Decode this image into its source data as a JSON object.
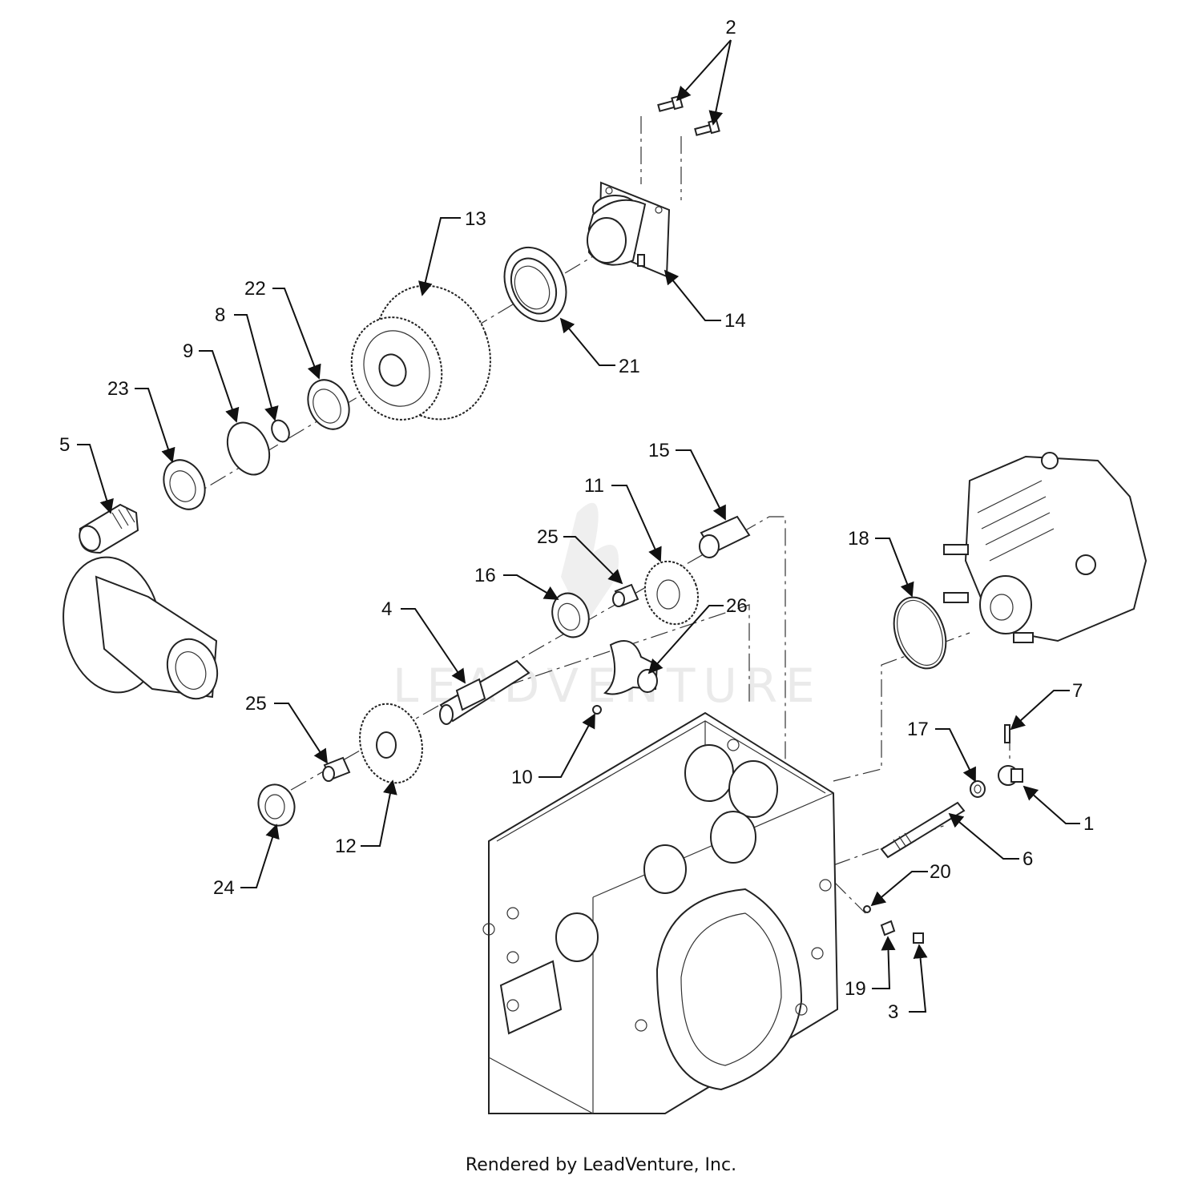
{
  "footer": "Rendered by LeadVenture, Inc.",
  "watermark": "LEADVENTURE",
  "callouts": {
    "c1": "1",
    "c2": "2",
    "c3": "3",
    "c4": "4",
    "c5": "5",
    "c6": "6",
    "c7": "7",
    "c8": "8",
    "c9": "9",
    "c10": "10",
    "c11": "11",
    "c12": "12",
    "c13": "13",
    "c14": "14",
    "c15": "15",
    "c16": "16",
    "c17": "17",
    "c18": "18",
    "c19": "19",
    "c20": "20",
    "c21": "21",
    "c22": "22",
    "c23": "23",
    "c24": "24",
    "c25a": "25",
    "c25b": "25",
    "c26": "26"
  }
}
